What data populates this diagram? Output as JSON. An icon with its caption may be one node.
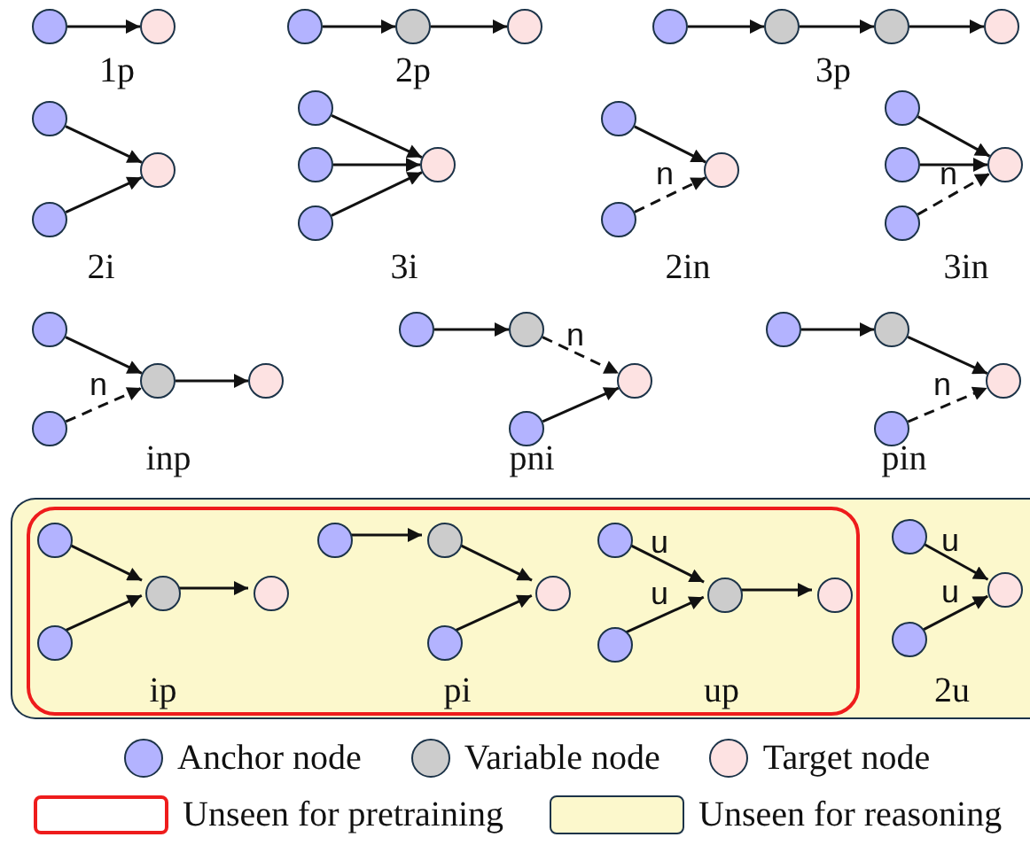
{
  "diagram": {
    "nodes": [
      {
        "text": [],
        "shape": "circle"
      },
      {
        "text": [],
        "shape": "circle"
      },
      {
        "text": [],
        "shape": "circle"
      },
      {
        "text": [],
        "shape": "circle"
      },
      {
        "text": [],
        "shape": "circle"
      },
      {
        "text": [],
        "shape": "circle"
      },
      {
        "text": [],
        "shape": "circle"
      },
      {
        "text": [],
        "shape": "circle"
      },
      {
        "text": [],
        "shape": "circle"
      },
      {
        "text": [],
        "shape": "circle"
      },
      {
        "text": [],
        "shape": "circle"
      },
      {
        "text": [],
        "shape": "circle"
      },
      {
        "text": [],
        "shape": "circle"
      },
      {
        "text": [],
        "shape": "circle"
      },
      {
        "text": [],
        "shape": "circle"
      },
      {
        "text": [],
        "shape": "circle"
      },
      {
        "text": [],
        "shape": "circle"
      },
      {
        "text": [],
        "shape": "circle"
      },
      {
        "text": [],
        "shape": "circle"
      },
      {
        "text": [],
        "shape": "circle"
      },
      {
        "text": [],
        "shape": "circle"
      },
      {
        "text": [],
        "shape": "circle"
      },
      {
        "text": [],
        "shape": "circle"
      },
      {
        "text": [],
        "shape": "circle"
      },
      {
        "text": [],
        "shape": "circle"
      },
      {
        "text": [],
        "shape": "circle"
      },
      {
        "text": [],
        "shape": "circle"
      },
      {
        "text": [],
        "shape": "circle"
      },
      {
        "text": [],
        "shape": "circle"
      },
      {
        "text": [],
        "shape": "circle"
      },
      {
        "text": [],
        "shape": "circle"
      },
      {
        "text": [],
        "shape": "circle"
      },
      {
        "text": [],
        "shape": "circle"
      },
      {
        "text": [],
        "shape": "circle"
      },
      {
        "text": [],
        "shape": "circle"
      },
      {
        "text": [],
        "shape": "box"
      },
      {
        "text": [],
        "shape": "box",
        "in": 35
      },
      {
        "text": [],
        "shape": "circle",
        "in": 36
      },
      {
        "text": [],
        "shape": "circle",
        "in": 36
      },
      {
        "text": [],
        "shape": "circle",
        "in": 36
      },
      {
        "text": [],
        "shape": "circle",
        "in": 36
      },
      {
        "text": [],
        "shape": "circle",
        "in": 36
      },
      {
        "text": [],
        "shape": "circle",
        "in": 36
      },
      {
        "text": [],
        "shape": "circle",
        "in": 36
      },
      {
        "text": [],
        "shape": "circle",
        "in": 36
      },
      {
        "text": [],
        "shape": "circle",
        "in": 36
      },
      {
        "text": [],
        "shape": "circle",
        "in": 36
      },
      {
        "text": [],
        "shape": "circle",
        "in": 36
      },
      {
        "text": [],
        "shape": "circle",
        "in": 36
      },
      {
        "text": [],
        "shape": "circle",
        "in": 35
      },
      {
        "text": [],
        "shape": "circle",
        "in": 35
      },
      {
        "text": [],
        "shape": "circle",
        "in": 35
      }
    ],
    "edges": [
      {
        "from": 0,
        "to": 1,
        "arrow": "to"
      },
      {
        "from": 2,
        "to": 3,
        "arrow": "to"
      },
      {
        "from": 3,
        "to": 4,
        "arrow": "to"
      },
      {
        "from": 5,
        "to": 6,
        "arrow": "to"
      },
      {
        "from": 6,
        "to": 7,
        "arrow": "to"
      },
      {
        "from": 7,
        "to": 8,
        "arrow": "to"
      },
      {
        "from": 9,
        "to": 11,
        "arrow": "to"
      },
      {
        "from": 10,
        "to": 11,
        "arrow": "to"
      },
      {
        "from": 12,
        "to": 15,
        "arrow": "to"
      },
      {
        "from": 13,
        "to": 15,
        "arrow": "to"
      },
      {
        "from": 14,
        "to": 15,
        "arrow": "to"
      },
      {
        "from": 16,
        "to": 18,
        "arrow": "to"
      },
      {
        "from": 17,
        "to": 18,
        "arrow": "to",
        "label": "n",
        "style": "dashed"
      },
      {
        "from": 19,
        "to": 22,
        "arrow": "to"
      },
      {
        "from": 20,
        "to": 22,
        "arrow": "to"
      },
      {
        "from": 21,
        "to": 22,
        "arrow": "to",
        "label": "n",
        "style": "dashed"
      },
      {
        "from": 23,
        "to": 25,
        "arrow": "to"
      },
      {
        "from": 24,
        "to": 25,
        "arrow": "to",
        "label": "n",
        "style": "dashed"
      },
      {
        "from": 25,
        "to": 26,
        "arrow": "to"
      },
      {
        "from": 27,
        "to": 28,
        "arrow": "to"
      },
      {
        "from": 28,
        "to": 30,
        "arrow": "to",
        "label": "n",
        "style": "dashed"
      },
      {
        "from": 29,
        "to": 30,
        "arrow": "to"
      },
      {
        "from": 31,
        "to": 32,
        "arrow": "to"
      },
      {
        "from": 32,
        "to": 34,
        "arrow": "to"
      },
      {
        "from": 33,
        "to": 34,
        "arrow": "to",
        "label": "n",
        "style": "dashed"
      },
      {
        "from": 37,
        "to": 39,
        "arrow": "to"
      },
      {
        "from": 38,
        "to": 39,
        "arrow": "to"
      },
      {
        "from": 39,
        "to": 40,
        "arrow": "to"
      },
      {
        "from": 41,
        "to": 42,
        "arrow": "to"
      },
      {
        "from": 42,
        "to": 44,
        "arrow": "to"
      },
      {
        "from": 43,
        "to": 44,
        "arrow": "to"
      },
      {
        "from": 45,
        "to": 47,
        "arrow": "to",
        "label": "u"
      },
      {
        "from": 46,
        "to": 47,
        "arrow": "to",
        "label": "u"
      },
      {
        "from": 47,
        "to": 48,
        "arrow": "to"
      },
      {
        "from": 49,
        "to": 51,
        "arrow": "to",
        "label": "u"
      },
      {
        "from": 50,
        "to": 51,
        "arrow": "to",
        "label": "u"
      }
    ],
    "labels": [
      "1p",
      "2p",
      "3p",
      "2i",
      "3i",
      "2in",
      "3in",
      "inp",
      "pni",
      "pin",
      "ip",
      "pi",
      "up",
      "2u"
    ],
    "legend": [
      {
        "text": "Anchor node",
        "color": "#b3b3ff"
      },
      {
        "text": "Variable node",
        "color": "#cccccc"
      },
      {
        "text": "Target node",
        "color": "#fde2e2"
      },
      {
        "text": "Unseen for pretraining"
      },
      {
        "text": "Unseen for reasoning",
        "color": "#fcf8cc"
      }
    ]
  }
}
